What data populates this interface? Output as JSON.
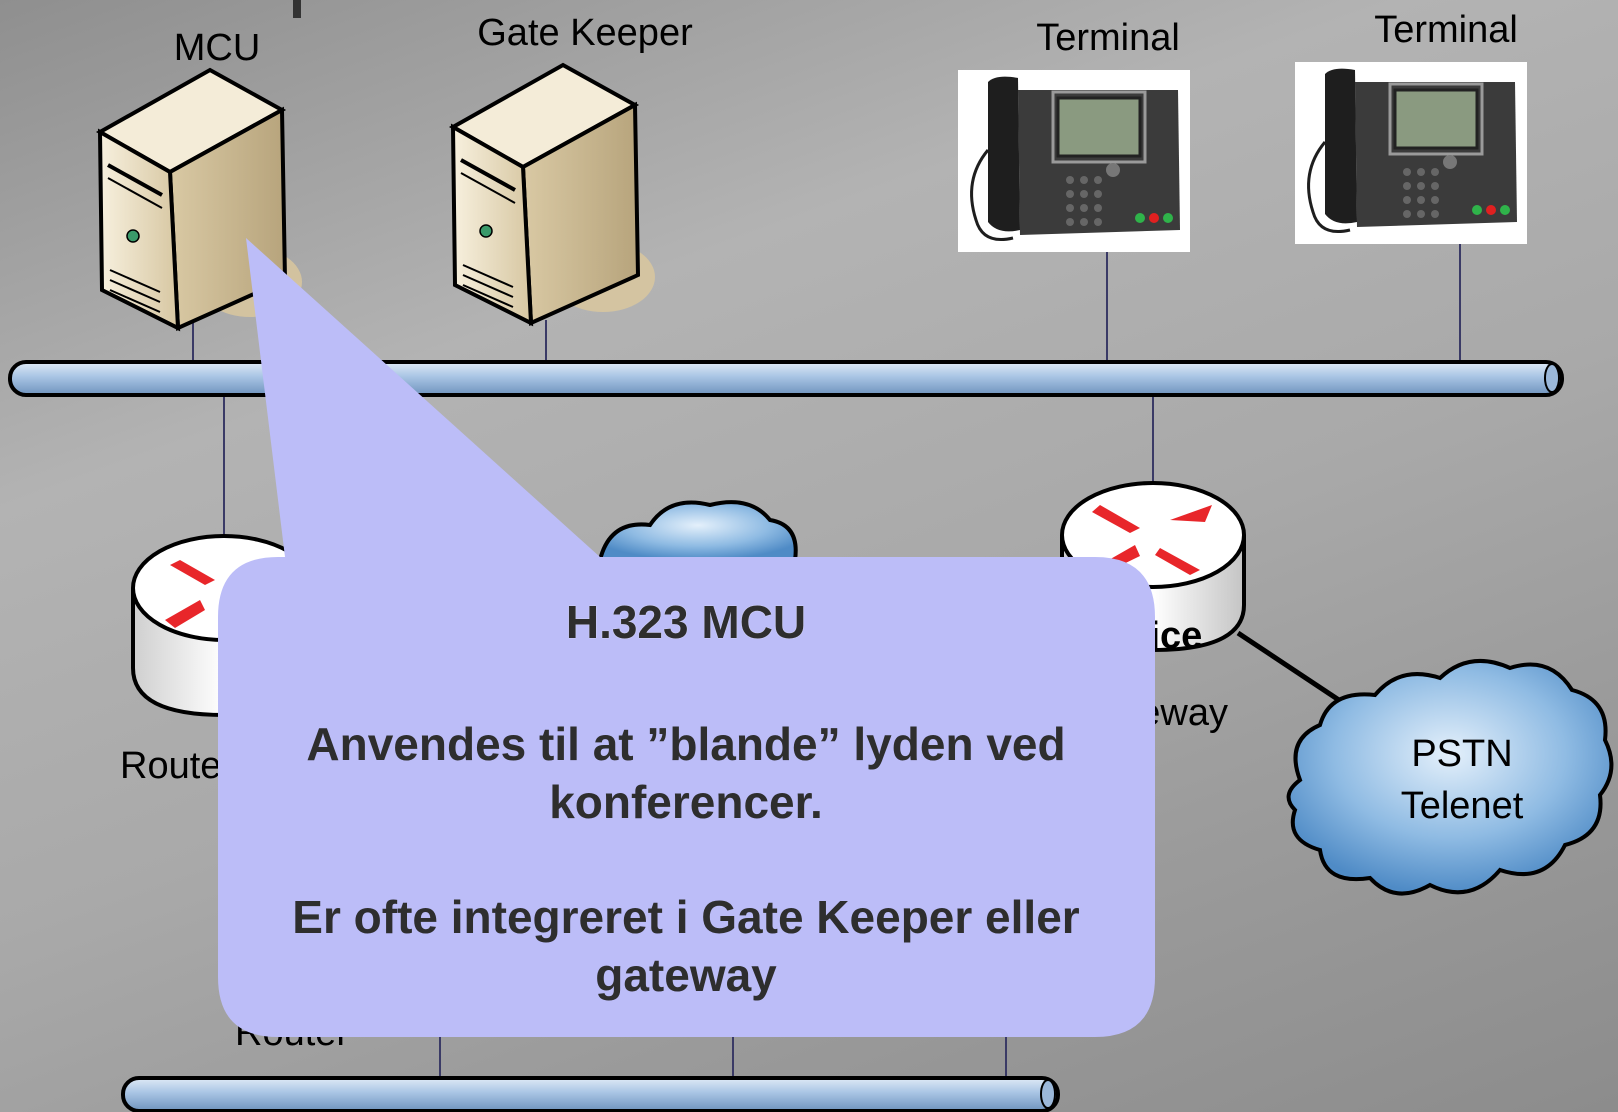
{
  "devices": {
    "mcu_label": "MCU",
    "gatekeeper_label": "Gate Keeper",
    "terminal1_label": "Terminal",
    "terminal2_label": "Terminal",
    "router_left_label": "Router",
    "router_bottom_label": "Router",
    "voice_gateway_line1": "Voice",
    "voice_gateway_line2": "Gateway",
    "pstn_line1": "PSTN",
    "pstn_line2": "Telenet"
  },
  "callout": {
    "title": "H.323 MCU",
    "line1": "Anvendes til at ”blande” lyden ved",
    "line2": "konferencer.",
    "line3": "Er ofte integreret i Gate Keeper eller",
    "line4": "gateway"
  },
  "colors": {
    "callout_fill": "#bcbdf8",
    "bus_fill": "#a8c4e4",
    "server_fill": "#e9dcc0",
    "cloud_fill": "#7fb0de",
    "router_arrow": "#e8262a"
  }
}
